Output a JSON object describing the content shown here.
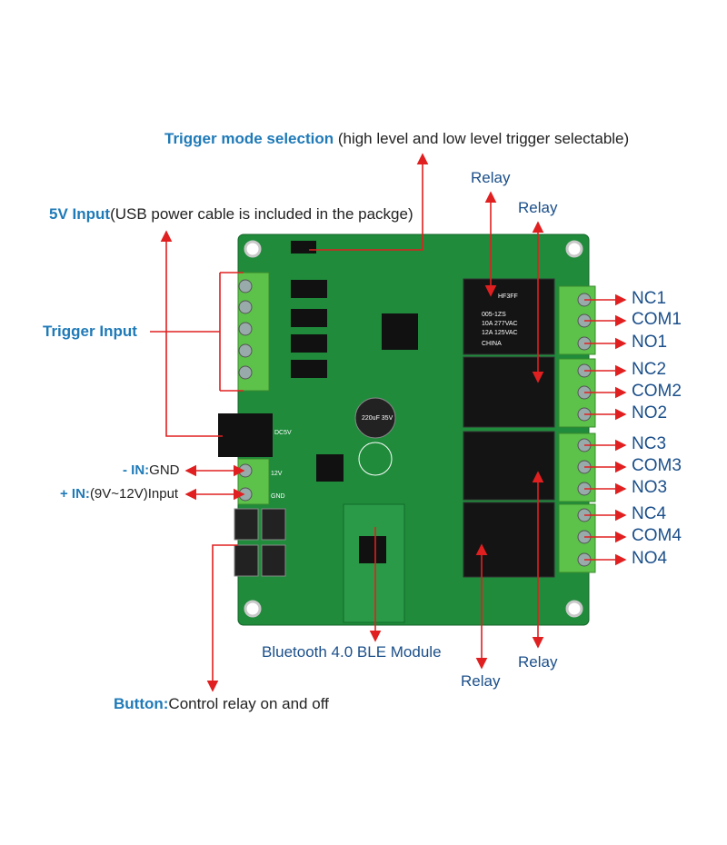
{
  "labels": {
    "trigger_mode": {
      "title": "Trigger mode selection",
      "detail": " (high level and low level trigger selectable)"
    },
    "five_v": {
      "title": "5V Input",
      "detail": "(USB power cable is included in the packge)"
    },
    "trigger_input": "Trigger Input",
    "gnd": {
      "title": "- IN:",
      "detail": "GND"
    },
    "vin": {
      "title": "+ IN:",
      "detail": "(9V~12V)Input"
    },
    "button": {
      "title": "Button:",
      "detail": "Control relay on and off"
    },
    "ble": "Bluetooth 4.0 BLE Module",
    "relay": "Relay"
  },
  "terminals": [
    "NC1",
    "COM1",
    "NO1",
    "NC2",
    "COM2",
    "NO2",
    "NC3",
    "COM3",
    "NO3",
    "NC4",
    "COM4",
    "NO4"
  ],
  "relay_marking": {
    "brand": "HF3FF",
    "model": "005-1ZS",
    "rating1": "10A 277VAC",
    "rating2": "12A 125VAC",
    "origin": "CHINA"
  },
  "board_marks": {
    "dc": "DC5V",
    "v12": "12V",
    "gnd": "GND",
    "cap": "220uF 35V"
  },
  "colors": {
    "accent_blue": "#1f7ab8",
    "terminal_blue": "#1b4f8a",
    "arrow": "#e02020",
    "pcb": "#1f8b3b"
  }
}
